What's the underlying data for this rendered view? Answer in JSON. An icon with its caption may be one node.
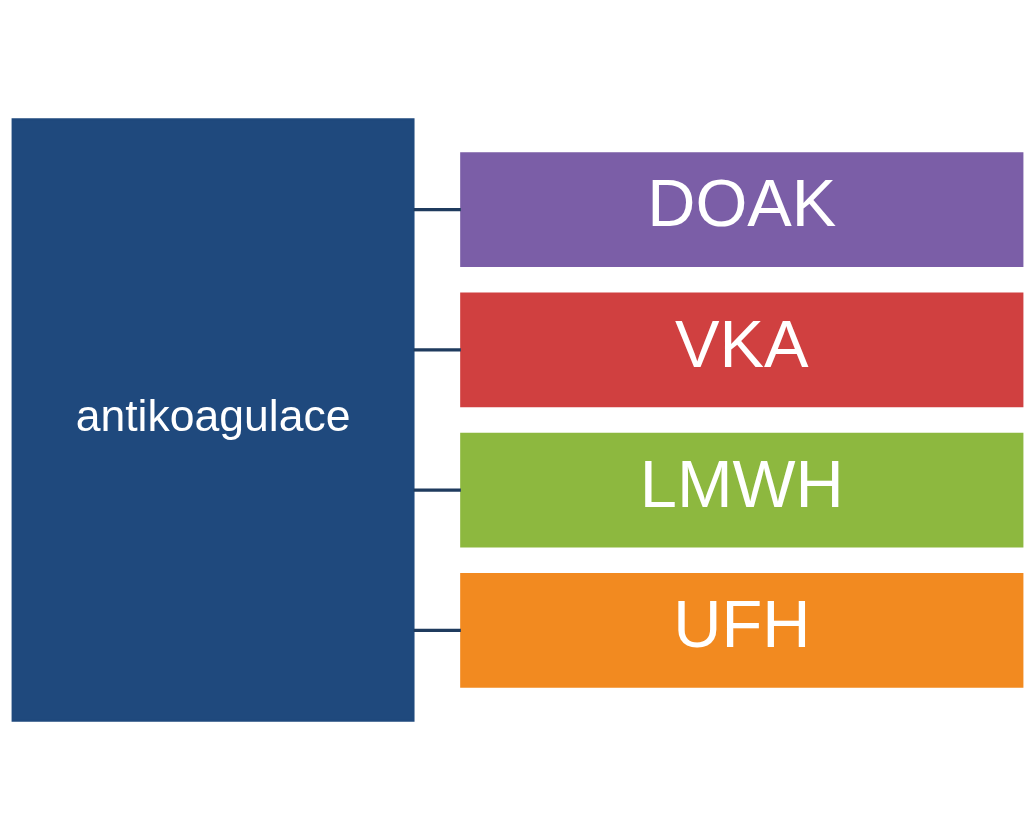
{
  "diagram": {
    "nodes": [
      {
        "text": [
          "antikoagulace"
        ]
      },
      {
        "text": [
          "DOAK"
        ]
      },
      {
        "text": [
          "VKA"
        ]
      },
      {
        "text": [
          "LMWH"
        ]
      },
      {
        "text": [
          "UFH"
        ]
      }
    ],
    "edges": [
      {
        "from": 0,
        "to": 1,
        "arrow": "none"
      },
      {
        "from": 0,
        "to": 2,
        "arrow": "none"
      },
      {
        "from": 0,
        "to": 3,
        "arrow": "none"
      },
      {
        "from": 0,
        "to": 4,
        "arrow": "none"
      }
    ]
  }
}
